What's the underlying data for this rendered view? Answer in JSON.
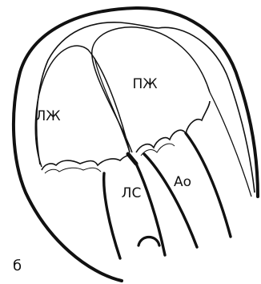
{
  "figure": {
    "panel_label": "б",
    "stroke_color": "#111111",
    "background_color": "#ffffff",
    "labels": {
      "left_ventricle": "ЛЖ",
      "right_ventricle": "ПЖ",
      "left_atrium": "ЛС",
      "aorta": "Ао"
    }
  }
}
